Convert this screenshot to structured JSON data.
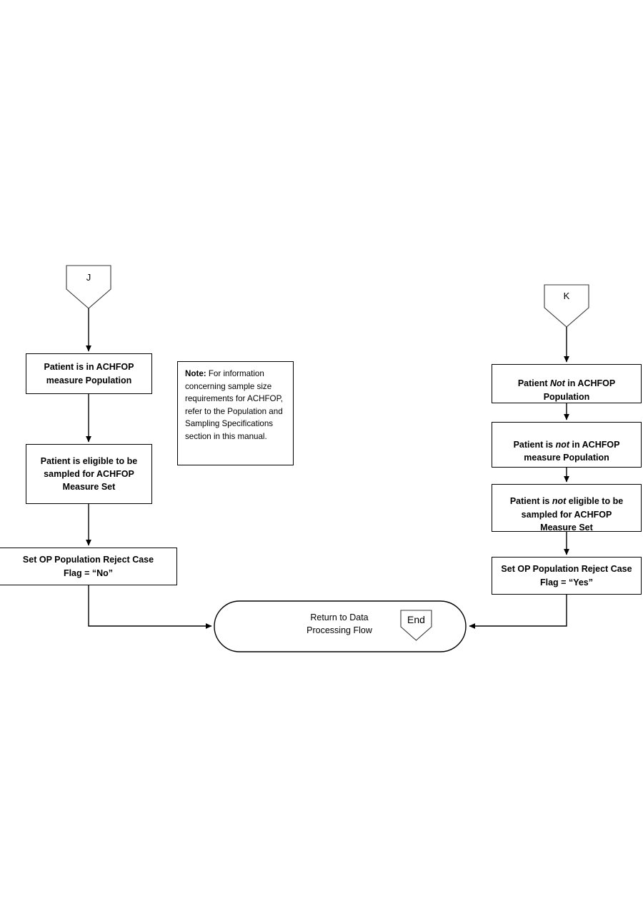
{
  "diagram": {
    "title": "ACHFOP Population and Sampling Flowchart Segment",
    "background": "#ffffff",
    "line_color": "#000000",
    "text_color": "#000000"
  },
  "connectors": {
    "entry_left": {
      "label": "J",
      "name": "connector-j"
    },
    "entry_right": {
      "label": "K",
      "name": "connector-k"
    },
    "end": {
      "label": "End",
      "name": "connector-end"
    }
  },
  "left_branch": {
    "steps": [
      {
        "id": "left-step-1",
        "text": "Patient is in ACHFOP\nmeasure Population"
      },
      {
        "id": "left-step-2",
        "text": "Patient is eligible to be\nsampled for ACHFOP\nMeasure Set"
      },
      {
        "id": "left-step-3",
        "text": "Set OP Population Reject Case\nFlag = “No”"
      }
    ]
  },
  "right_branch": {
    "steps": [
      {
        "id": "right-step-1",
        "text_parts": [
          "Patient ",
          "Not",
          " in ACHFOP\nPopulation"
        ],
        "italic_index": 1
      },
      {
        "id": "right-step-2",
        "text_parts": [
          "Patient is ",
          "not",
          " in ACHFOP\nmeasure Population"
        ],
        "italic_index": 1
      },
      {
        "id": "right-step-3",
        "text_parts": [
          "Patient is ",
          "not",
          " eligible to be\nsampled for ACHFOP\nMeasure Set"
        ],
        "italic_index": 1
      },
      {
        "id": "right-step-4",
        "text_parts": [
          "Set OP Population Reject Case\nFlag = “Yes”"
        ],
        "italic_index": -1
      }
    ]
  },
  "note": {
    "label": "Note:",
    "body": " For information concerning sample size requirements for ACHFOP, refer to the Population and Sampling Specifications section in this manual."
  },
  "terminal": {
    "text": "Return to Data\nProcessing Flow"
  }
}
